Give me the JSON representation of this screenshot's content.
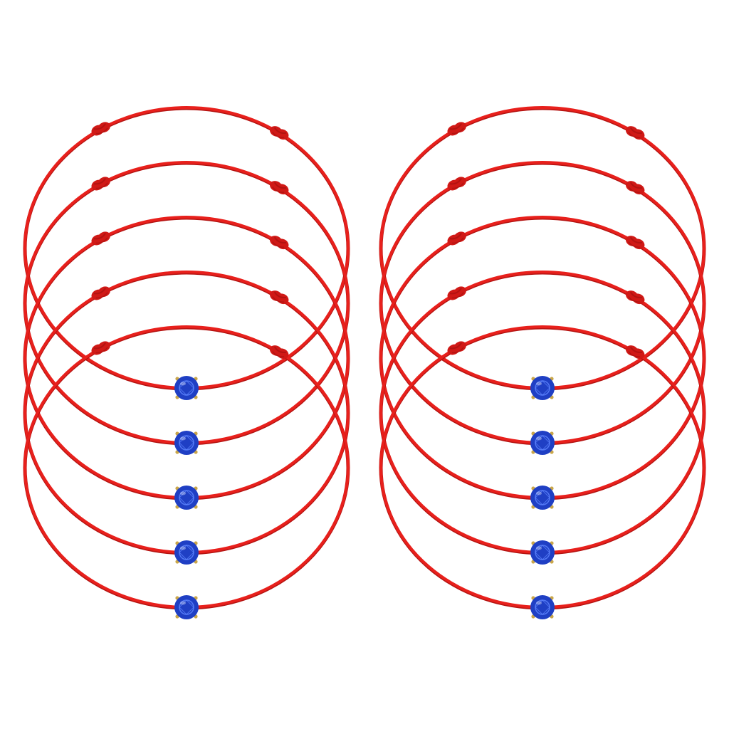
{
  "image": {
    "subject": "red-string-bracelets-with-blue-stones",
    "background_color": "#ffffff",
    "cord_color": "#e8201c",
    "cord_shadow_color": "#b31311",
    "knot_color": "#d01916",
    "stone_color": "#1f3fc4",
    "stone_highlight_color": "#5f86ff",
    "prong_color": "#c9a64a",
    "bracelet_count": 10,
    "stacks": 2,
    "bracelets_per_stack": 5
  }
}
